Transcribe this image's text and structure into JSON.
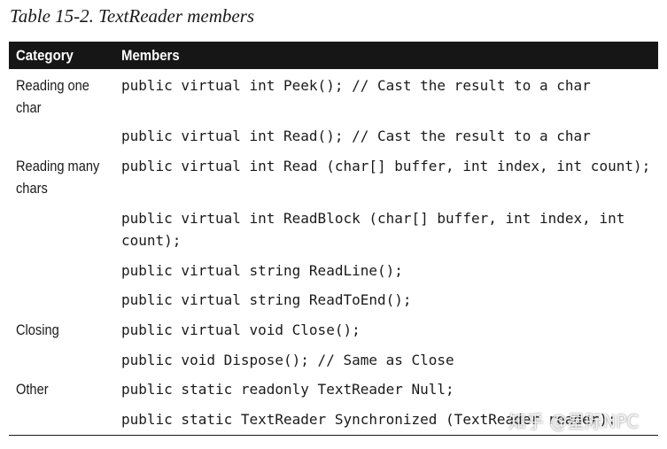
{
  "caption": "Table 15-2. TextReader members",
  "header": {
    "category": "Category",
    "members": "Members"
  },
  "rows": [
    {
      "category": "Reading one char",
      "member": "public virtual int Peek(); // Cast the result to a char"
    },
    {
      "category": "",
      "member": "public virtual int Read(); // Cast the result to a char"
    },
    {
      "category": "Reading many chars",
      "member": "public virtual int Read (char[] buffer, int index, int count);"
    },
    {
      "category": "",
      "member": "public virtual int ReadBlock (char[] buffer, int index, int count);"
    },
    {
      "category": "",
      "member": "public virtual string ReadLine();"
    },
    {
      "category": "",
      "member": "public virtual string ReadToEnd();"
    },
    {
      "category": "Closing",
      "member": "public virtual void Close();"
    },
    {
      "category": "",
      "member": "public void Dispose(); // Same as Close"
    },
    {
      "category": "Other",
      "member": "public static readonly TextReader Null;"
    },
    {
      "category": "",
      "member": "public static TextReader Synchronized (TextReader reader);"
    }
  ],
  "watermark": "知乎 @星际NPC"
}
